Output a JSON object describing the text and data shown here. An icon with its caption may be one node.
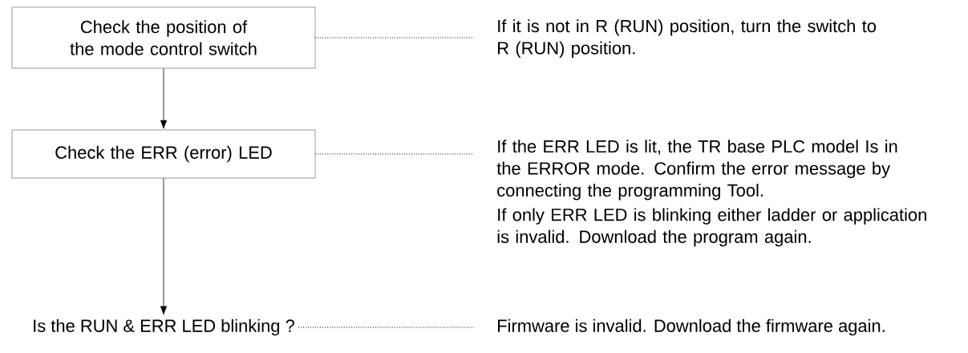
{
  "diagram": {
    "nodes": [
      {
        "text": [
          "Check the position of the mode control switch"
        ]
      },
      {
        "text": [
          "Check the ERR (error) LED"
        ]
      },
      {
        "text": [
          "Is the RUN & ERR LED blinking ?"
        ]
      },
      {
        "text": [
          "If it is not in R (RUN) position, turn the switch to R (RUN) position."
        ]
      },
      {
        "text": [
          "If the ERR LED is lit, the TR base PLC model Is in the ERROR mode. Confirm the error message by connecting the programming Tool.",
          "If only ERR LED is blinking either ladder or application is invalid. Download the program again."
        ]
      },
      {
        "text": [
          "Firmware is invalid. Download the firmware again."
        ]
      }
    ],
    "edges": [
      {
        "from": 0,
        "to": 1,
        "arrow": "to"
      },
      {
        "from": 1,
        "to": 2,
        "arrow": "to"
      },
      {
        "from": 0,
        "to": 3,
        "arrow": "none",
        "style": "dashed"
      },
      {
        "from": 1,
        "to": 4,
        "arrow": "none",
        "style": "dashed"
      },
      {
        "from": 2,
        "to": 5,
        "arrow": "none",
        "style": "dashed"
      }
    ]
  }
}
